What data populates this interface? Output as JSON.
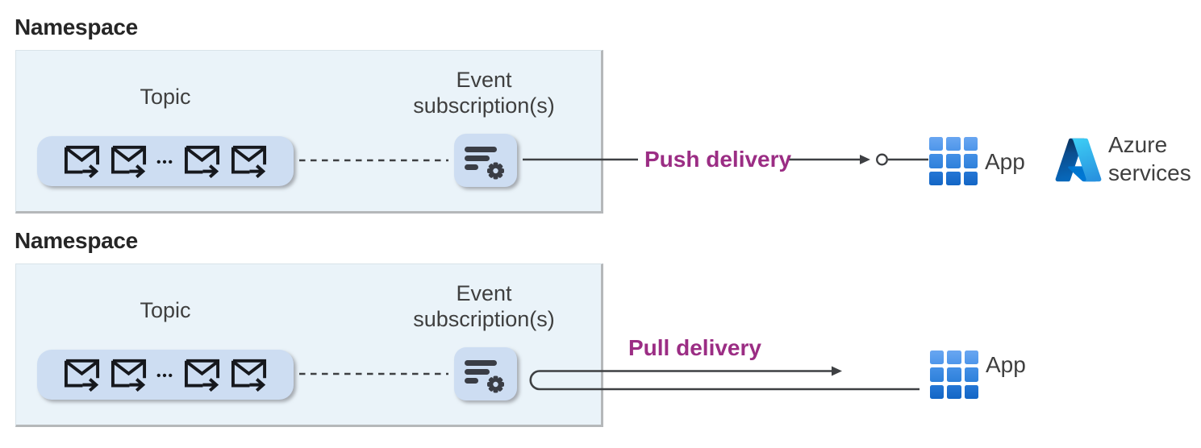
{
  "diagram": {
    "colors": {
      "canvas_bg": "#ffffff",
      "namespace_box_bg": "#eaf3f9",
      "namespace_box_shadow": "#b5b8ba",
      "tile_bg": "#cdddf2",
      "connector": "#3e4043",
      "delivery_text": "#9b2d84",
      "heading_text": "#262626",
      "label_text": "#3f3f3f"
    },
    "sections": [
      {
        "namespace_label": "Namespace",
        "topic_label": "Topic",
        "topic_ellipsis": "•••",
        "event_subscription_line1": "Event",
        "event_subscription_line2": "subscription(s)",
        "delivery_label": "Push delivery",
        "app_label": "App",
        "azure_line1": "Azure",
        "azure_line2": "services"
      },
      {
        "namespace_label": "Namespace",
        "topic_label": "Topic",
        "topic_ellipsis": "•••",
        "event_subscription_line1": "Event",
        "event_subscription_line2": "subscription(s)",
        "delivery_label": "Pull delivery",
        "app_label": "App"
      }
    ]
  }
}
